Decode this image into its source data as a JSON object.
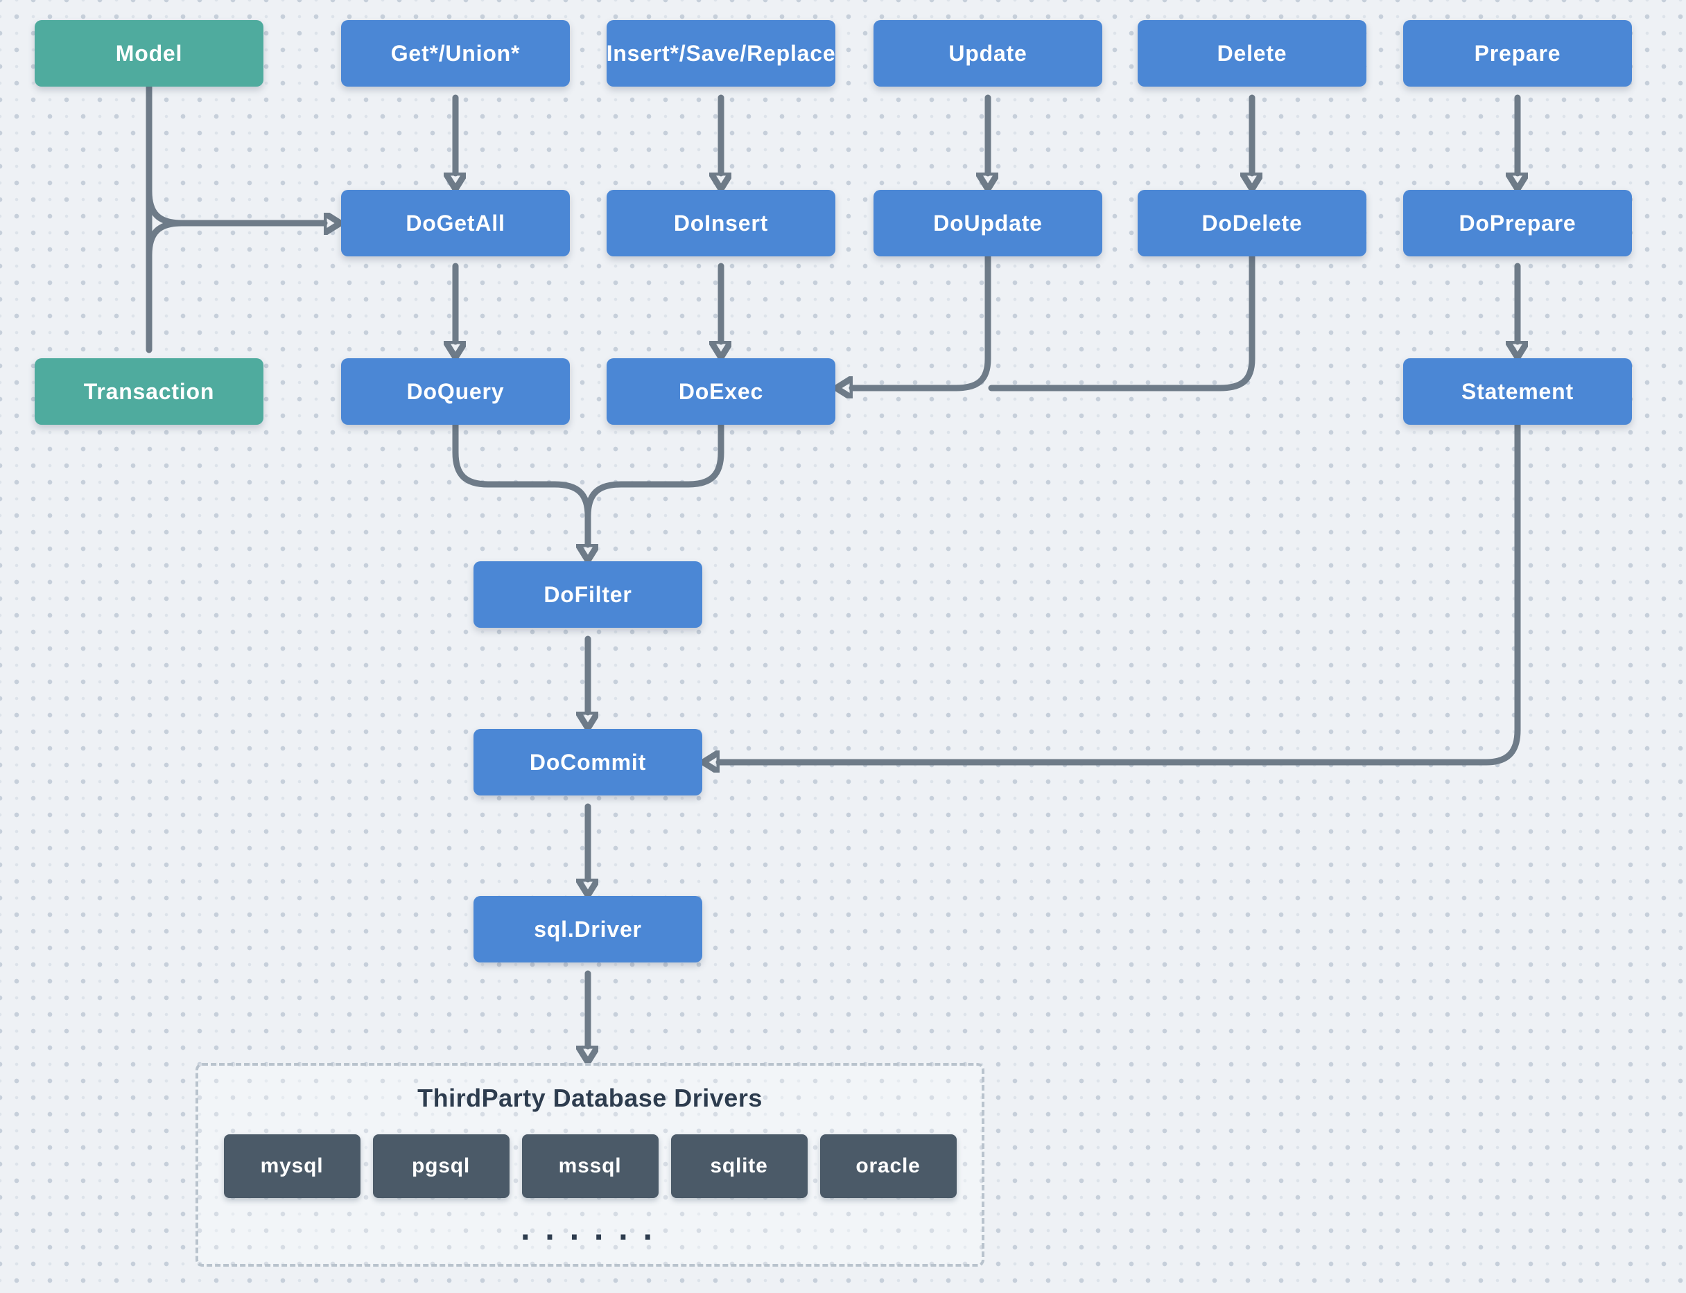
{
  "diagram": {
    "nodes": {
      "model": {
        "label": "Model"
      },
      "transaction": {
        "label": "Transaction"
      },
      "get_union": {
        "label": "Get*/Union*"
      },
      "insert_save_replace": {
        "label": "Insert*/Save/Replace"
      },
      "update": {
        "label": "Update"
      },
      "delete": {
        "label": "Delete"
      },
      "prepare": {
        "label": "Prepare"
      },
      "do_get_all": {
        "label": "DoGetAll"
      },
      "do_insert": {
        "label": "DoInsert"
      },
      "do_update": {
        "label": "DoUpdate"
      },
      "do_delete": {
        "label": "DoDelete"
      },
      "do_prepare": {
        "label": "DoPrepare"
      },
      "do_query": {
        "label": "DoQuery"
      },
      "do_exec": {
        "label": "DoExec"
      },
      "statement": {
        "label": "Statement"
      },
      "do_filter": {
        "label": "DoFilter"
      },
      "do_commit": {
        "label": "DoCommit"
      },
      "sql_driver": {
        "label": "sql.Driver"
      }
    },
    "drivers_panel": {
      "title": "ThirdParty Database Drivers",
      "drivers": [
        "mysql",
        "pgsql",
        "mssql",
        "sqlite",
        "oracle"
      ],
      "ellipsis": "......"
    },
    "colors": {
      "background": "#eef1f5",
      "node_blue": "#4b87d5",
      "node_green": "#4fab9e",
      "driver_slate": "#4b5a68",
      "arrow_gray": "#6e7b88",
      "text_dark": "#2d3c4e",
      "dashed_border": "#b9c3cd"
    }
  }
}
